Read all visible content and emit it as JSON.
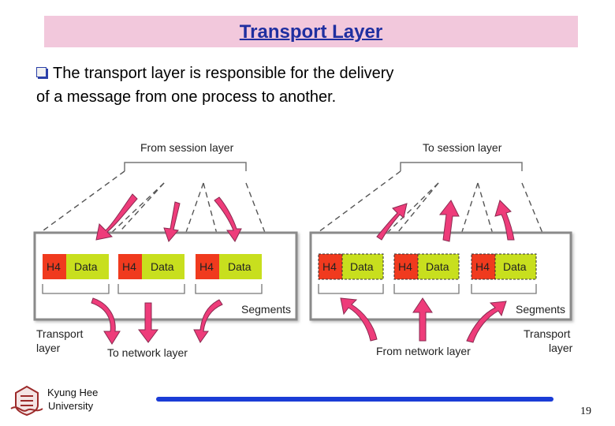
{
  "slide": {
    "title": "Transport Layer",
    "bullet_icon": "square-bullet-icon",
    "bullet_line1": "The transport layer is responsible for the delivery",
    "bullet_line2": "of a message from one process to another."
  },
  "diagram": {
    "left": {
      "top_label": "From session layer",
      "segments_label": "Segments",
      "side_label_line1": "Transport",
      "side_label_line2": "layer",
      "bottom_label": "To network layer",
      "packets": [
        {
          "header": "H4",
          "payload": "Data"
        },
        {
          "header": "H4",
          "payload": "Data"
        },
        {
          "header": "H4",
          "payload": "Data"
        }
      ]
    },
    "right": {
      "top_label": "To session layer",
      "segments_label": "Segments",
      "side_label_line1": "Transport",
      "side_label_line2": "layer",
      "bottom_label": "From network layer",
      "packets": [
        {
          "header": "H4",
          "payload": "Data"
        },
        {
          "header": "H4",
          "payload": "Data"
        },
        {
          "header": "H4",
          "payload": "Data"
        }
      ]
    },
    "colors": {
      "header": "#f03a1e",
      "payload": "#c8df1e",
      "arrow": "#ee3c7a",
      "frame": "#8a8a8a"
    }
  },
  "footer": {
    "logo_icon": "university-crest-icon",
    "university_line1": "Kyung Hee",
    "university_line2": "University",
    "page_number": "19"
  }
}
